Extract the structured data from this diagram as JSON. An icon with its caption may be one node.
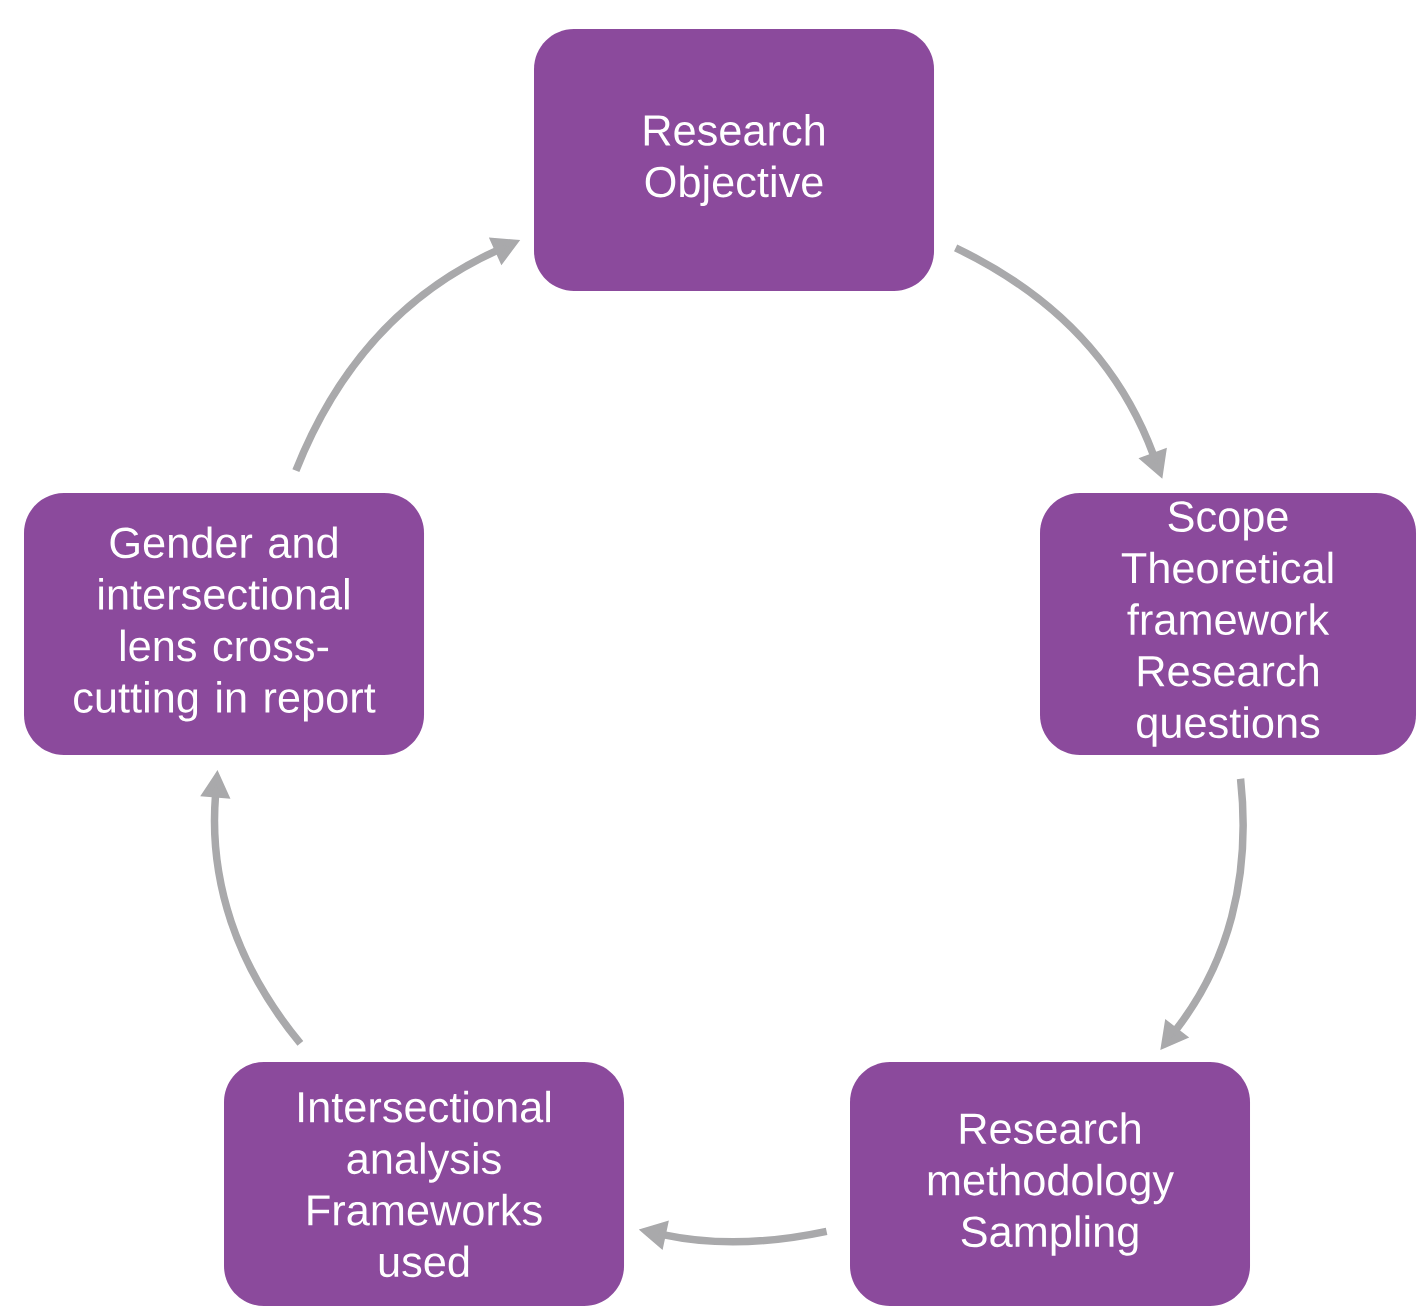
{
  "diagram": {
    "nodes": [
      {
        "text": [
          "Research Objective"
        ]
      },
      {
        "text": [
          "Scope Theoretical framework Research questions"
        ]
      },
      {
        "text": [
          "Research methodology Sampling"
        ]
      },
      {
        "text": [
          "Intersectional analysis Frameworks used"
        ]
      },
      {
        "text": [
          "Gender and intersectional lens cross-cutting in report"
        ]
      }
    ],
    "edges": [
      {
        "from": 0,
        "to": 1,
        "arrow": "to"
      },
      {
        "from": 1,
        "to": 2,
        "arrow": "to"
      },
      {
        "from": 2,
        "to": 3,
        "arrow": "to"
      },
      {
        "from": 3,
        "to": 4,
        "arrow": "to"
      },
      {
        "from": 4,
        "to": 0,
        "arrow": "to"
      }
    ]
  }
}
